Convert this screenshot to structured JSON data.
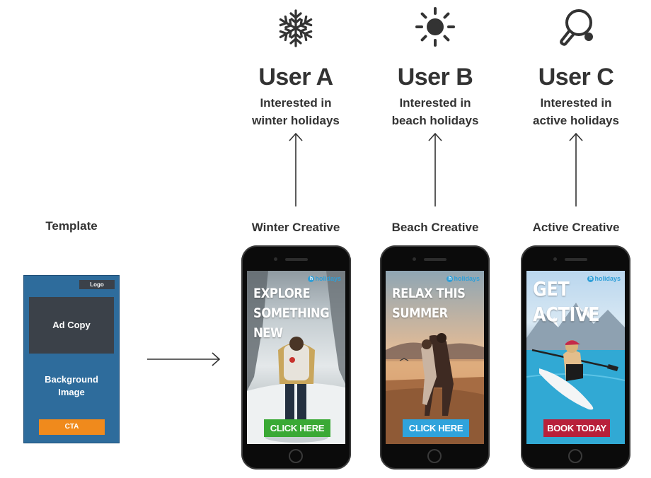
{
  "template": {
    "label": "Template",
    "logo": "Logo",
    "ad_copy": "Ad Copy",
    "background_line1": "Background",
    "background_line2": "Image",
    "cta": "CTA"
  },
  "users": [
    {
      "icon": "snowflake-icon",
      "name": "User A",
      "desc_line1": "Interested in",
      "desc_line2": "winter holidays"
    },
    {
      "icon": "sun-icon",
      "name": "User B",
      "desc_line1": "Interested in",
      "desc_line2": "beach holidays"
    },
    {
      "icon": "ping-pong-paddle-icon",
      "name": "User C",
      "desc_line1": "Interested in",
      "desc_line2": "active holidays"
    }
  ],
  "creatives": [
    {
      "label": "Winter Creative",
      "headline": [
        "EXPLORE",
        "SOMETHING",
        "NEW"
      ],
      "cta": "CLICK HERE",
      "cta_color": "#3aa935",
      "logo": "holidays"
    },
    {
      "label": "Beach Creative",
      "headline": [
        "RELAX THIS",
        "SUMMER"
      ],
      "cta": "CLICK HERE",
      "cta_color": "#2fa3dc",
      "logo": "holidays"
    },
    {
      "label": "Active Creative",
      "headline": [
        "GET",
        "ACTIVE"
      ],
      "cta": "BOOK TODAY",
      "cta_color": "#b8203a",
      "logo": "holidays"
    }
  ],
  "colors": {
    "template_bg": "#2e6c9c",
    "template_block": "#3b4149",
    "template_cta": "#f08a1c",
    "text": "#333333"
  }
}
